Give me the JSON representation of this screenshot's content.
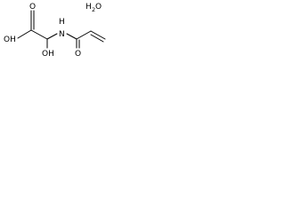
{
  "structure": {
    "atoms": {
      "hydroxyl_acid": "OH",
      "carbonyl_acid": "O",
      "hydroxyl_alpha": "OH",
      "amide_nitrogen": "N",
      "amide_hydrogen": "H",
      "carbonyl_amide": "O"
    },
    "water": {
      "h": "H",
      "sub": "2",
      "o": "O"
    }
  }
}
